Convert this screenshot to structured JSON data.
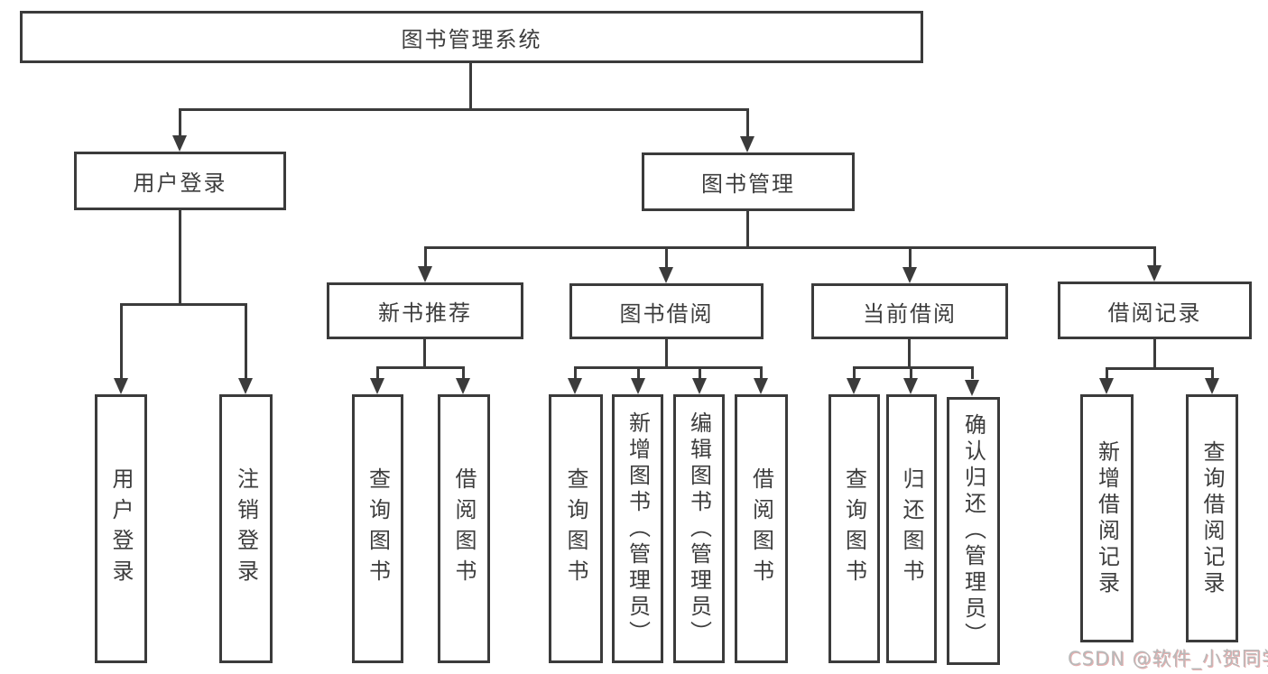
{
  "colors": {
    "line": "#3b3b3b",
    "text": "#3d3d3d",
    "background": "#ffffff",
    "watermark": "#b9b9b9"
  },
  "watermark": {
    "text": "CSDN @软件_小贺同学"
  },
  "tree": {
    "root": "图书管理系统",
    "level2": [
      {
        "label": "用户登录",
        "children": [
          "用户登录",
          "注销登录"
        ]
      },
      {
        "label": "图书管理",
        "sections": [
          {
            "label": "新书推荐",
            "children": [
              "查询图书",
              "借阅图书"
            ]
          },
          {
            "label": "图书借阅",
            "children": [
              "查询图书",
              "新增图书（管理员）",
              "编辑图书（管理员）",
              "借阅图书"
            ]
          },
          {
            "label": "当前借阅",
            "children": [
              "查询图书",
              "归还图书",
              "确认归还（管理员）"
            ]
          },
          {
            "label": "借阅记录",
            "children": [
              "新增借阅记录",
              "查询借阅记录"
            ]
          }
        ]
      }
    ]
  }
}
